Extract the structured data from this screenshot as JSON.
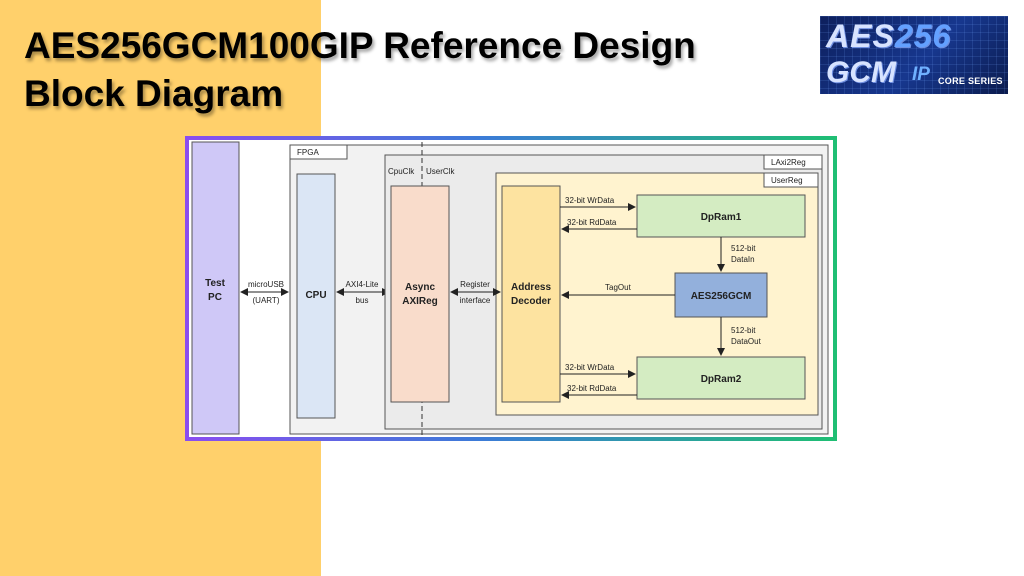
{
  "title": {
    "line1": "AES256GCM100GIP Reference Design",
    "line2": "Block Diagram"
  },
  "logo": {
    "text_aes": "AES",
    "text_256": "256",
    "text_gcm": "GCM",
    "text_ip": "IP",
    "text_series": "CORE SERIES"
  },
  "diagram": {
    "test_pc": {
      "line1": "Test",
      "line2": "PC"
    },
    "fpga_label": "FPGA",
    "microusb": {
      "line1": "microUSB",
      "line2": "(UART)"
    },
    "cpu": "CPU",
    "axi4lite": {
      "line1": "AXI4-Lite",
      "line2": "bus"
    },
    "cpuclk": "CpuClk",
    "userclk": "UserClk",
    "laxi2reg_label": "LAxi2Reg",
    "userreg_label": "UserReg",
    "async_axireg": {
      "line1": "Async",
      "line2": "AXIReg"
    },
    "register_interface": {
      "line1": "Register",
      "line2": "interface"
    },
    "address_decoder": {
      "line1": "Address",
      "line2": "Decoder"
    },
    "dpram1": "DpRam1",
    "dpram2": "DpRam2",
    "aes256gcm": "AES256GCM",
    "wrdata1": "32-bit WrData",
    "rddata1": "32-bit RdData",
    "wrdata2": "32-bit WrData",
    "rddata2": "32-bit RdData",
    "datain": {
      "line1": "512-bit",
      "line2": "DataIn"
    },
    "dataout": {
      "line1": "512-bit",
      "line2": "DataOut"
    },
    "tagout": "TagOut"
  },
  "colors": {
    "band": "#ffd06b",
    "test_pc_fill": "#cfc8f7",
    "cpu_fill": "#dbe6f5",
    "async_fill": "#f9dccb",
    "decoder_fill": "#fde3a0",
    "userreg_fill": "#fff3cf",
    "dpram_fill": "#d4ecc2",
    "aes_fill": "#93b0dc",
    "frame_gradient": [
      "#8a4df0",
      "#3c7bd8",
      "#1fbf73"
    ]
  }
}
